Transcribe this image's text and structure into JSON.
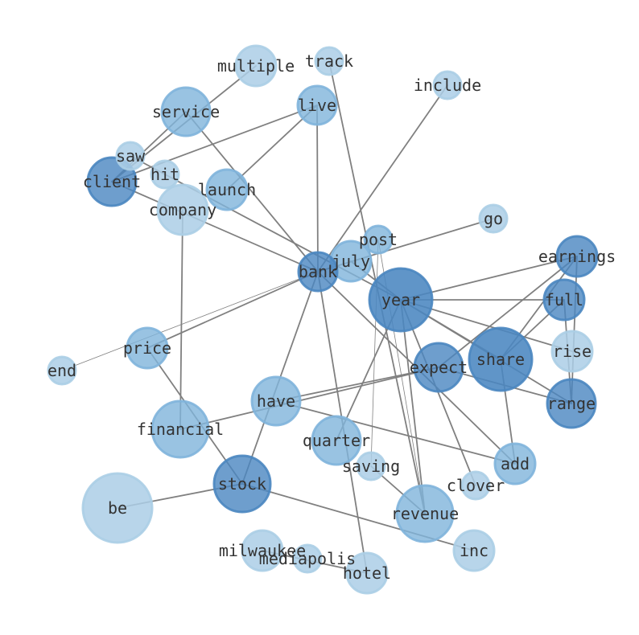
{
  "graph": {
    "colors": {
      "light": "#abcee6",
      "medium": "#7fb4db",
      "dark": "#4a86c0",
      "edge": "#808080",
      "label": "#333333"
    },
    "nodes": [
      {
        "id": "year",
        "label": "year",
        "weight": 5
      },
      {
        "id": "share",
        "label": "share",
        "weight": 5
      },
      {
        "id": "stock",
        "label": "stock",
        "weight": 4
      },
      {
        "id": "range",
        "label": "range",
        "weight": 4
      },
      {
        "id": "client",
        "label": "client",
        "weight": 4
      },
      {
        "id": "earnings",
        "label": "earnings",
        "weight": 4
      },
      {
        "id": "full",
        "label": "full",
        "weight": 4
      },
      {
        "id": "expect",
        "label": "expect",
        "weight": 4
      },
      {
        "id": "bank",
        "label": "bank",
        "weight": 4
      },
      {
        "id": "live",
        "label": "live",
        "weight": 3
      },
      {
        "id": "revenue",
        "label": "revenue",
        "weight": 3
      },
      {
        "id": "quarter",
        "label": "quarter",
        "weight": 3
      },
      {
        "id": "launch",
        "label": "launch",
        "weight": 3
      },
      {
        "id": "service",
        "label": "service",
        "weight": 2
      },
      {
        "id": "have",
        "label": "have",
        "weight": 2
      },
      {
        "id": "financial",
        "label": "financial",
        "weight": 2
      },
      {
        "id": "price",
        "label": "price",
        "weight": 2
      },
      {
        "id": "add",
        "label": "add",
        "weight": 2
      },
      {
        "id": "july",
        "label": "july",
        "weight": 2
      },
      {
        "id": "post",
        "label": "post",
        "weight": 2
      },
      {
        "id": "be",
        "label": "be",
        "weight": 1
      },
      {
        "id": "company",
        "label": "company",
        "weight": 1
      },
      {
        "id": "multiple",
        "label": "multiple",
        "weight": 1
      },
      {
        "id": "track",
        "label": "track",
        "weight": 1
      },
      {
        "id": "include",
        "label": "include",
        "weight": 1
      },
      {
        "id": "saw",
        "label": "saw",
        "weight": 1
      },
      {
        "id": "hit",
        "label": "hit",
        "weight": 1
      },
      {
        "id": "go",
        "label": "go",
        "weight": 1
      },
      {
        "id": "rise",
        "label": "rise",
        "weight": 1
      },
      {
        "id": "end",
        "label": "end",
        "weight": 1
      },
      {
        "id": "saving",
        "label": "saving",
        "weight": 1
      },
      {
        "id": "clover",
        "label": "clover",
        "weight": 1
      },
      {
        "id": "inc",
        "label": "inc",
        "weight": 1
      },
      {
        "id": "milwaukee",
        "label": "milwaukee",
        "weight": 1
      },
      {
        "id": "mediapolis",
        "label": "mediapolis",
        "weight": 1
      },
      {
        "id": "hotel",
        "label": "hotel",
        "weight": 1
      }
    ],
    "edges": [
      [
        "client",
        "service"
      ],
      [
        "client",
        "multiple"
      ],
      [
        "client",
        "live"
      ],
      [
        "client",
        "bank"
      ],
      [
        "saw",
        "year"
      ],
      [
        "service",
        "bank"
      ],
      [
        "live",
        "bank"
      ],
      [
        "live",
        "launch"
      ],
      [
        "track",
        "revenue"
      ],
      [
        "include",
        "bank"
      ],
      [
        "go",
        "bank"
      ],
      [
        "company",
        "financial"
      ],
      [
        "bank",
        "stock"
      ],
      [
        "bank",
        "price"
      ],
      [
        "bank",
        "end"
      ],
      [
        "bank",
        "add"
      ],
      [
        "bank",
        "hotel"
      ],
      [
        "july",
        "year"
      ],
      [
        "post",
        "revenue"
      ],
      [
        "post",
        "saving"
      ],
      [
        "year",
        "earnings"
      ],
      [
        "year",
        "full"
      ],
      [
        "year",
        "rise"
      ],
      [
        "year",
        "range"
      ],
      [
        "year",
        "share"
      ],
      [
        "year",
        "quarter"
      ],
      [
        "year",
        "clover"
      ],
      [
        "year",
        "revenue"
      ],
      [
        "earnings",
        "expect"
      ],
      [
        "earnings",
        "share"
      ],
      [
        "earnings",
        "range"
      ],
      [
        "full",
        "share"
      ],
      [
        "full",
        "range"
      ],
      [
        "expect",
        "have"
      ],
      [
        "expect",
        "financial"
      ],
      [
        "expect",
        "range"
      ],
      [
        "share",
        "add"
      ],
      [
        "price",
        "stock"
      ],
      [
        "stock",
        "be"
      ],
      [
        "stock",
        "inc"
      ],
      [
        "have",
        "add"
      ],
      [
        "revenue",
        "saving"
      ],
      [
        "milwaukee",
        "hotel"
      ]
    ]
  }
}
